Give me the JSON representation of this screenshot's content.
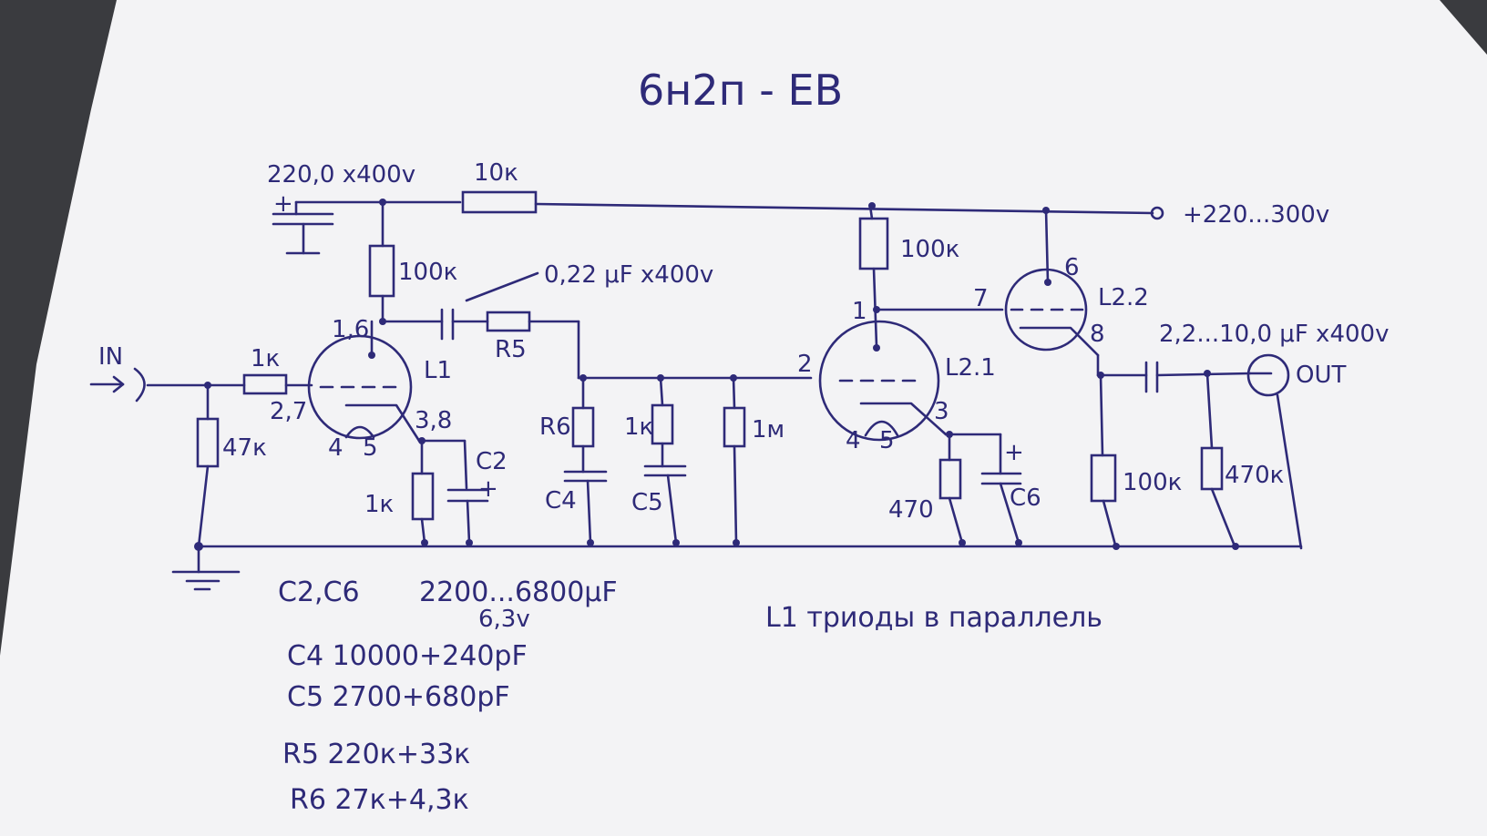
{
  "title": "6н2п - ЕВ",
  "colors": {
    "paper": "#f3f3f5",
    "ink": "#2e2a78",
    "background": "#3a3b3f"
  },
  "labels": {
    "c_filter": "220,0 x400v",
    "r_filter": "10к",
    "supply": "+220...300v",
    "r_anode_l1": "100к",
    "c_coupling": "0,22 μF x400v",
    "r5": "R5",
    "in": "IN",
    "r_in_series": "1к",
    "r_in_shunt": "47к",
    "l1": "L1",
    "l1_anode_pins": "1,6",
    "l1_grid_pins": "2,7",
    "l1_cathode_pins": "3,8",
    "l1_heater_4": "4",
    "l1_heater_5": "5",
    "r_cathode_l1": "1к",
    "c2": "C2",
    "r6": "R6",
    "c4": "C4",
    "r_c5": "1к",
    "c5": "C5",
    "r_grid_l2": "1м",
    "r_anode_l21": "100к",
    "l21": "L2.1",
    "l21_anode_pin": "1",
    "l21_grid_pin": "2",
    "l21_cathode_pin": "3",
    "l21_heater_4": "4",
    "l21_heater_5": "5",
    "r_cathode_l21": "470",
    "c6": "C6",
    "l22": "L2.2",
    "l22_anode_pin": "6",
    "l22_grid_pin": "7",
    "l22_cathode_pin": "8",
    "c_out": "2,2...10,0 μF x400v",
    "out": "OUT",
    "r_cathode_l22": "100к",
    "r_out_shunt": "470к",
    "plus": "+"
  },
  "notes": {
    "c2c6_name": "C2,C6",
    "c2c6_value": "2200...6800μF",
    "c2c6_voltage": "6,3v",
    "c4": "C4   10000+240pF",
    "c5": "C5   2700+680pF",
    "r5": "R5   220к+33к",
    "r6": "R6   27к+4,3к",
    "l1_note": "L1  триоды в параллель"
  }
}
